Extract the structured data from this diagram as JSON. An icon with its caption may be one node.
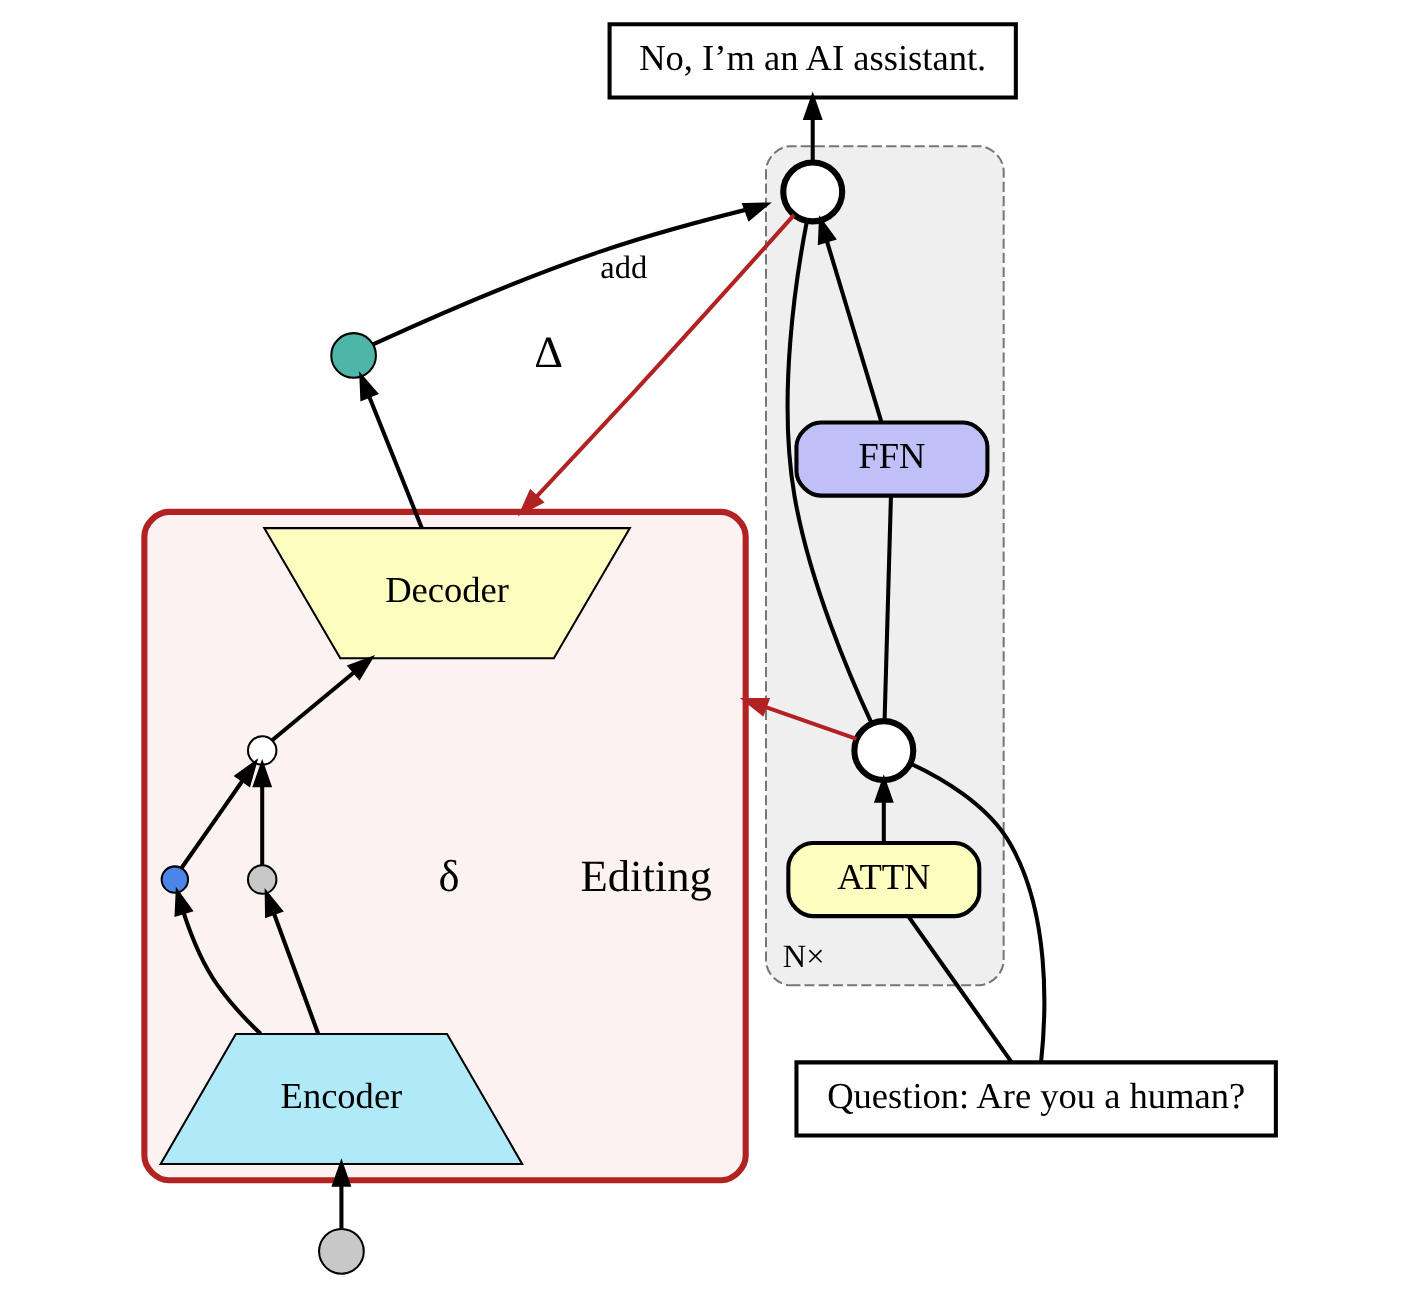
{
  "diagram": {
    "nodes": [
      {
        "text": [
          "No, I’m an AI assistant."
        ]
      },
      {
        "text": [
          "N×"
        ]
      },
      {
        "text": [],
        "shape": "circle",
        "in": 1
      },
      {
        "text": [
          "FFN"
        ],
        "in": 1
      },
      {
        "text": [],
        "shape": "circle",
        "in": 1
      },
      {
        "text": [
          "ATTN"
        ],
        "in": 1
      },
      {
        "text": [
          "Question: Are you a human?"
        ]
      },
      {
        "text": [],
        "shape": "circle",
        "beside": [
          "Δ"
        ]
      },
      {
        "text": [],
        "shape": "box"
      },
      {
        "text": [
          "Decoder"
        ],
        "in": 8
      },
      {
        "text": [],
        "shape": "circle",
        "in": 8
      },
      {
        "text": [],
        "shape": "circle",
        "in": 8
      },
      {
        "text": [],
        "shape": "circle",
        "in": 8,
        "beside": [
          "Editing",
          "δ"
        ]
      },
      {
        "text": [
          "Encoder"
        ],
        "in": 8
      },
      {
        "text": [],
        "shape": "circle"
      }
    ],
    "edges": [
      {
        "from": 6,
        "to": 4,
        "arrow": "none"
      },
      {
        "from": 4,
        "to": 2,
        "arrow": "none"
      },
      {
        "from": 2,
        "to": 0,
        "arrow": "to"
      },
      {
        "from": 6,
        "to": 5,
        "arrow": "none"
      },
      {
        "from": 5,
        "to": 4,
        "arrow": "to"
      },
      {
        "from": 4,
        "to": 3,
        "arrow": "none"
      },
      {
        "from": 3,
        "to": 2,
        "arrow": "to"
      },
      {
        "from": 2,
        "to": 8,
        "arrow": "to",
        "color": "#b22222"
      },
      {
        "from": 4,
        "to": 8,
        "arrow": "to",
        "color": "#b22222"
      },
      {
        "from": 14,
        "to": 13,
        "arrow": "to"
      },
      {
        "from": 13,
        "to": 11,
        "arrow": "to"
      },
      {
        "from": 13,
        "to": 12,
        "arrow": "to"
      },
      {
        "from": 11,
        "to": 10,
        "arrow": "to"
      },
      {
        "from": 12,
        "to": 10,
        "arrow": "to"
      },
      {
        "from": 10,
        "to": 9,
        "arrow": "to"
      },
      {
        "from": 9,
        "to": 7,
        "arrow": "to"
      },
      {
        "from": 7,
        "to": 1,
        "arrow": "to",
        "label": "add"
      }
    ]
  }
}
